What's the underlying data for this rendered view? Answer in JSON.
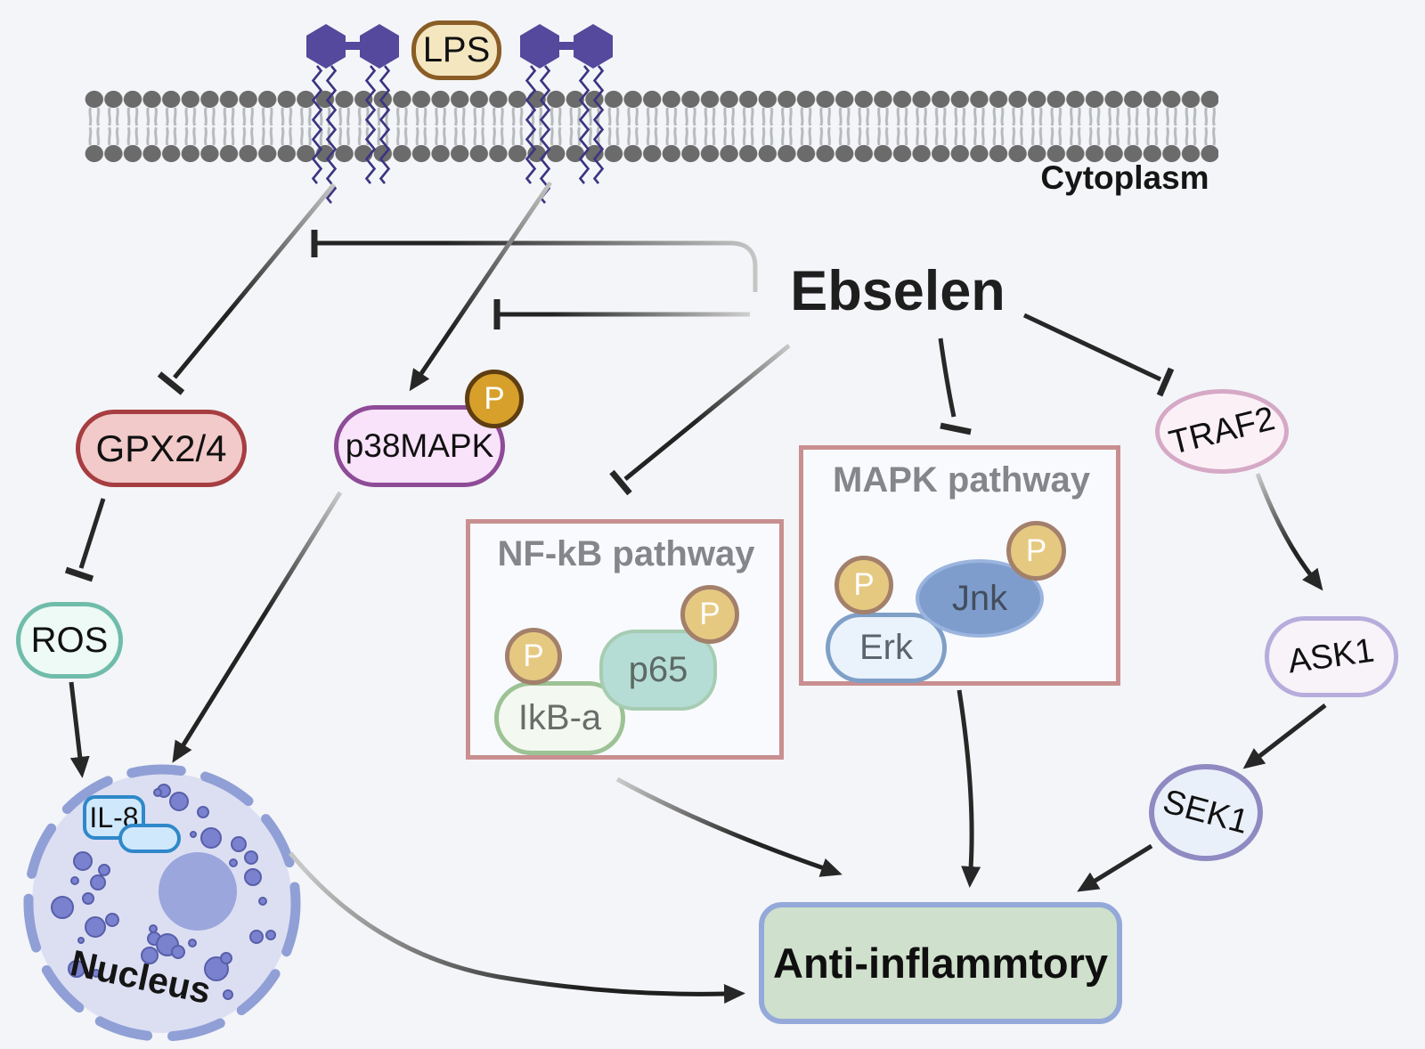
{
  "labels": {
    "cytoplasm": "Cytoplasm",
    "nucleus": "Nucleus"
  },
  "ligands": {
    "lps": "LPS"
  },
  "compound": {
    "name": "Ebselen"
  },
  "nodes": {
    "gpx": "GPX2/4",
    "ros": "ROS",
    "p38": "p38MAPK",
    "phospho": "P",
    "traf2": "TRAF2",
    "ask1": "ASK1",
    "sek1": "SEK1",
    "il8": "IL-8"
  },
  "pathways": {
    "nfkb": {
      "title": "NF-kB pathway",
      "ikba": "IkB-a",
      "p65": "p65"
    },
    "mapk": {
      "title": "MAPK pathway",
      "erk": "Erk",
      "jnk": "Jnk"
    }
  },
  "outcome": {
    "label": "Anti-inflammtory"
  },
  "edges": [
    {
      "from": "LPS receptor 1",
      "to": "GPX2/4",
      "type": "inhibits"
    },
    {
      "from": "LPS receptor 2",
      "to": "p38MAPK",
      "type": "activates"
    },
    {
      "from": "Ebselen",
      "to": "LPS receptor 1 signal",
      "type": "inhibits"
    },
    {
      "from": "Ebselen",
      "to": "LPS receptor 2 signal",
      "type": "inhibits"
    },
    {
      "from": "Ebselen",
      "to": "NF-kB pathway",
      "type": "inhibits"
    },
    {
      "from": "Ebselen",
      "to": "MAPK pathway",
      "type": "inhibits"
    },
    {
      "from": "Ebselen",
      "to": "TRAF2",
      "type": "inhibits"
    },
    {
      "from": "GPX2/4",
      "to": "ROS",
      "type": "inhibits"
    },
    {
      "from": "ROS",
      "to": "Nucleus",
      "type": "activates"
    },
    {
      "from": "p38MAPK",
      "to": "Nucleus",
      "type": "activates"
    },
    {
      "from": "TRAF2",
      "to": "ASK1",
      "type": "activates"
    },
    {
      "from": "ASK1",
      "to": "SEK1",
      "type": "activates"
    },
    {
      "from": "SEK1",
      "to": "Anti-inflammtory",
      "type": "activates"
    },
    {
      "from": "NF-kB pathway",
      "to": "Anti-inflammtory",
      "type": "activates"
    },
    {
      "from": "MAPK pathway",
      "to": "Anti-inflammtory",
      "type": "activates"
    },
    {
      "from": "Nucleus",
      "to": "Anti-inflammtory",
      "type": "activates"
    }
  ],
  "colors": {
    "background": "#f4f5f8",
    "membrane_head": "#6b6b6b",
    "receptor_purple": "#54499c",
    "lps_fill": "#f4e6bf",
    "lps_border": "#8a5d26",
    "gpx_fill": "#f2caca",
    "gpx_border": "#a63e41",
    "ros_fill": "#edfaf5",
    "ros_border": "#70bcab",
    "p38_fill": "#f8e3fa",
    "p38_border": "#8e4b97",
    "phospho_gold": "#d7a02b",
    "phospho_tan": "#e6c981",
    "pathway_border": "#c98f90",
    "p65_fill": "#b5ddd6",
    "jnk_fill": "#7e9dcd",
    "traf2_border": "#d5a9c6",
    "ask1_border": "#b6addc",
    "sek1_border": "#8f8ac2",
    "outcome_fill": "#cfe0cc",
    "outcome_border": "#94a9d9",
    "nucleus_fill": "#dcdff2",
    "nucleus_envelope": "#90a0d6",
    "nucleus_dot": "#7a82cf",
    "il8_border": "#2f88c9",
    "line": "#272727"
  }
}
